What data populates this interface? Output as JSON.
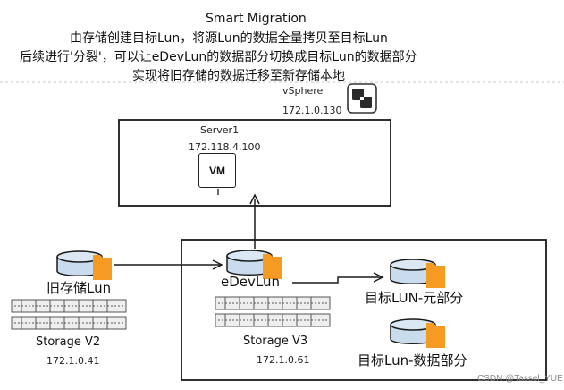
{
  "title": "Smart Migration",
  "description_lines": [
    "由存储创建目标Lun，将源Lun的数据全量拷贝至目标Lun",
    "后续进行'分裂'，可以让eDevLun的数据部分切换成目标Lun的数据部分",
    "实现将旧存储的数据迁移至新存储本地"
  ],
  "vsphere": {
    "label": "vSphere",
    "ip": "172.1.0.130",
    "icon": "vsphere-logo-icon"
  },
  "server": {
    "label": "Server1",
    "ip": "172.118.4.100"
  },
  "vm": {
    "label": "VM"
  },
  "old_storage": {
    "lun_label": "旧存储Lun",
    "name": "Storage V2",
    "ip": "172.1.0.41"
  },
  "new_storage": {
    "edev_label": "eDevLun",
    "name": "Storage V3",
    "ip": "172.1.0.61",
    "target_meta_label": "目标LUN-元部分",
    "target_data_label": "目标Lun-数据部分"
  },
  "colors": {
    "accent_orange": "#f59a23",
    "disk_blue": "#c9dcee",
    "stroke": "#1a1a1a"
  },
  "watermark": "CSDN @Tassel_YUE"
}
